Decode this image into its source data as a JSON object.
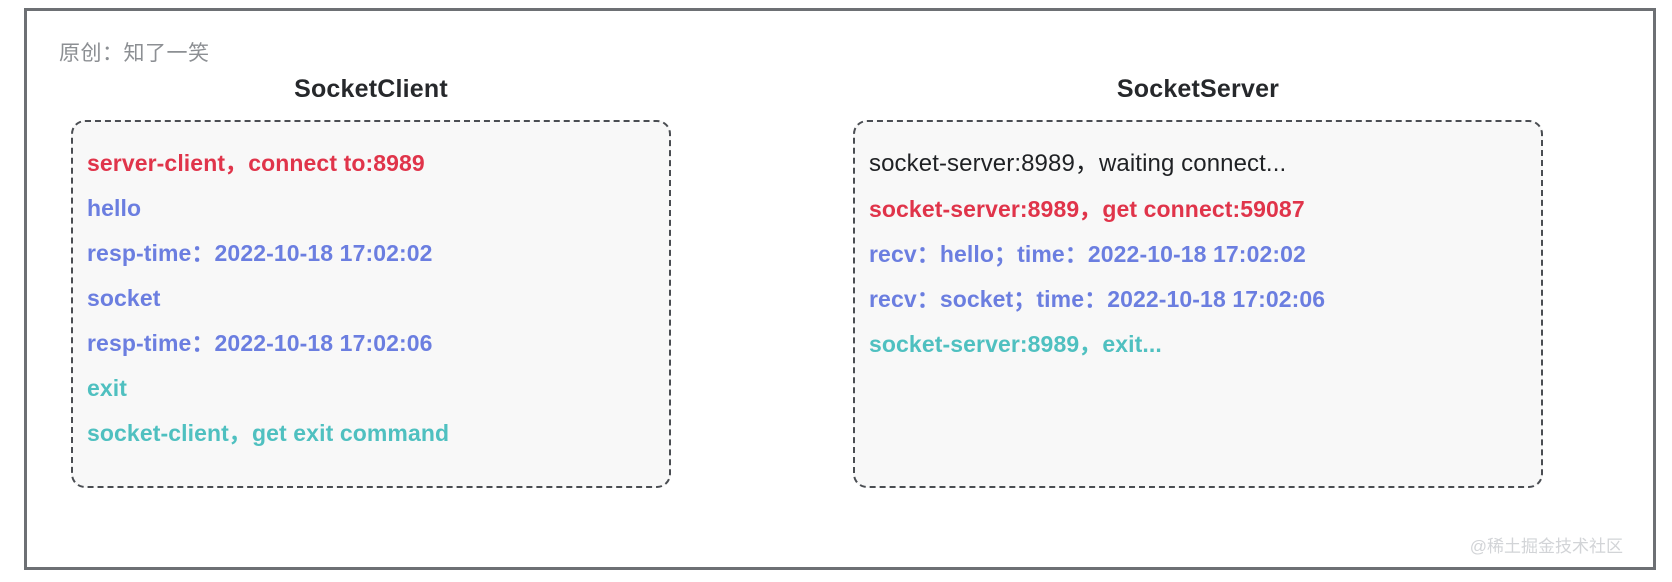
{
  "frame": {
    "credit": "原创：知了一笑",
    "watermark": "@稀土掘金技术社区"
  },
  "colors": {
    "red": "#e0344a",
    "blue": "#6b7ee0",
    "teal": "#4fc0c0",
    "black": "#1f2124",
    "box_background": "#f8f8f8",
    "box_border": "#4a4d52",
    "frame_border": "#6d7074"
  },
  "panels": [
    {
      "title": "SocketClient",
      "lines": [
        {
          "text": "server-client，connect to:8989",
          "color": "red",
          "bold": true
        },
        {
          "text": "hello",
          "color": "blue",
          "bold": true
        },
        {
          "text": "resp-time：2022-10-18 17:02:02",
          "color": "blue",
          "bold": true
        },
        {
          "text": "socket",
          "color": "blue",
          "bold": true
        },
        {
          "text": "resp-time：2022-10-18 17:02:06",
          "color": "blue",
          "bold": true
        },
        {
          "text": "exit",
          "color": "teal",
          "bold": true
        },
        {
          "text": "socket-client，get exit command",
          "color": "teal",
          "bold": true
        }
      ]
    },
    {
      "title": "SocketServer",
      "lines": [
        {
          "text": "socket-server:8989，waiting connect...",
          "color": "black",
          "bold": false
        },
        {
          "text": "socket-server:8989，get connect:59087",
          "color": "red",
          "bold": true
        },
        {
          "text": "recv：hello；time：2022-10-18 17:02:02",
          "color": "blue",
          "bold": true
        },
        {
          "text": "recv：socket；time：2022-10-18 17:02:06",
          "color": "blue",
          "bold": true
        },
        {
          "text": "socket-server:8989，exit...",
          "color": "teal",
          "bold": true
        }
      ]
    }
  ]
}
